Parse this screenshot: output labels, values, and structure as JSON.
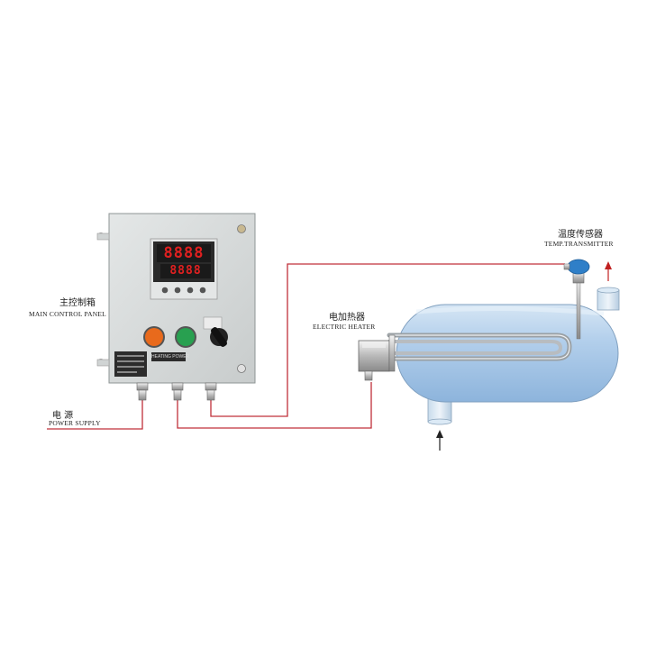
{
  "labels": {
    "main_panel_cn": "主控制箱",
    "main_panel_en": "MAIN CONTROL PANEL",
    "power_cn": "电 源",
    "power_en": "POWER SUPPLY",
    "heater_cn": "电加热器",
    "heater_en": "ELECTRIC HEATER",
    "temp_cn": "温度传感器",
    "temp_en": "TEMP.TRANSMITTER"
  },
  "controller": {
    "display_top": "8888",
    "display_bottom": "8888"
  },
  "panel": {
    "plate_left": "HEATING",
    "plate_right": "POWER"
  },
  "colors": {
    "wire": "#c0303a",
    "tank": "#a8c8e8",
    "panel": "#d4d8d8",
    "display": "#e02020",
    "button_orange": "#e86a1c",
    "button_green": "#28a050",
    "arrow_outlet": "#c02020",
    "arrow_inlet": "#222222"
  }
}
